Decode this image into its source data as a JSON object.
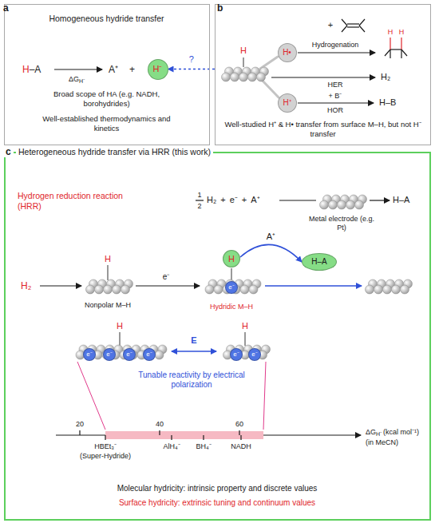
{
  "diagram": {
    "nodes": [
      {
        "text": [
          "Homogeneous hydride transfer",
          "Broad scope of HA (e.g. NADH, borohydrides)",
          "Well-established thermodynamics and kinetics"
        ]
      },
      {
        "text": [
          "H⁻"
        ],
        "in": 0
      },
      {
        "text": [
          "Well-studied H⁺ & H• transfer from surface M–H, but not H⁻ transfer"
        ]
      },
      {
        "text": [
          "H•"
        ],
        "in": 2
      },
      {
        "text": [
          "H⁺"
        ],
        "in": 2
      },
      {
        "text": [
          "Heterogeneous hydride transfer via HRR (this work)",
          "Molecular hydricity: intrinsic property and discrete values",
          "Surface hydricity: extrinsic tuning and continuum values"
        ]
      },
      {
        "text": [
          "H"
        ],
        "in": 5
      },
      {
        "text": [
          "e⁻"
        ],
        "in": 5
      },
      {
        "text": [
          "H–A"
        ],
        "in": 5
      },
      {
        "text": [
          "e⁻"
        ],
        "in": 5
      },
      {
        "text": [
          "e⁻"
        ],
        "in": 5
      },
      {
        "text": [
          "e⁻"
        ],
        "in": 5
      },
      {
        "text": [
          "e⁻"
        ],
        "in": 5
      },
      {
        "text": [
          "e⁻"
        ],
        "in": 5
      },
      {
        "text": [
          "e⁻"
        ],
        "in": 5
      }
    ],
    "edges": [
      {
        "from": 2,
        "to": 1,
        "arrow": "to",
        "label": "?"
      },
      {
        "from": 6,
        "to": 8,
        "arrow": "to",
        "label": "A⁺"
      }
    ],
    "labels": [
      "a",
      "H",
      "–A",
      "A⁺",
      "+",
      "ΔG",
      "H⁻",
      "b",
      "H",
      "+",
      "H",
      "H",
      "Hydrogenation",
      "H₂",
      "HER",
      "+ B⁻",
      "HOR",
      "H–B",
      "c",
      "Hydrogen reduction reaction (HRR)",
      "1",
      "2",
      "H₂",
      "+",
      "e⁻",
      "+",
      "A⁺",
      "H–A",
      "Metal electrode (e.g. Pt)",
      "H₂",
      "H",
      "Nonpolar M–H",
      "e⁻",
      "Hydridic M–H",
      "H",
      "H",
      "E",
      "Tunable reactivity by electrical polarization",
      "20",
      "40",
      "60",
      "HBEt₃⁻",
      "(Super-Hydride)",
      "AlH₄⁻",
      "BH₄⁻",
      "NADH",
      "ΔG",
      "H⁻",
      "(kcal mol⁻¹)",
      "(in MeCN)"
    ]
  }
}
